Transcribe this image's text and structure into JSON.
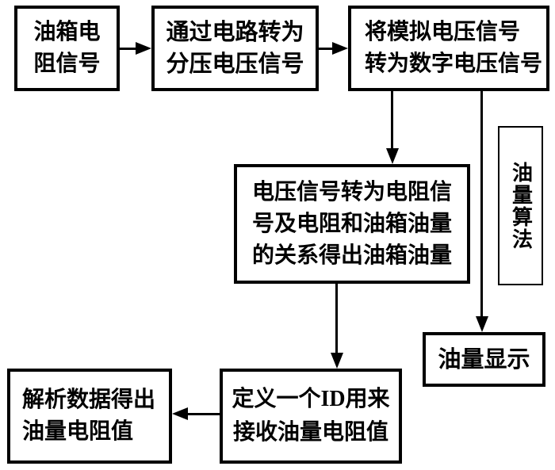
{
  "diagram": {
    "title": "fuel-quantity-measurement-flowchart",
    "colors": {
      "background": "#ffffff",
      "line": "#000000",
      "text": "#000000"
    },
    "nodes": {
      "tank_resistance_signal": {
        "lines": [
          "油箱电",
          "阻信号"
        ]
      },
      "circuit_divider_voltage": {
        "lines": [
          "通过电路转为",
          "分压电压信号"
        ]
      },
      "analog_to_digital": {
        "lines": [
          "将模拟电压信号",
          "转为数字电压信号"
        ]
      },
      "voltage_to_fuel_quantity": {
        "lines": [
          "电压信号转为电阻信",
          "号及电阻和油箱油量",
          "的关系得出油箱油量"
        ]
      },
      "fuel_algorithm": {
        "label": "油量算法"
      },
      "fuel_display": {
        "label": "油量显示"
      },
      "define_id_receive": {
        "lines": [
          "定义一个ID用来",
          "接收油量电阻值"
        ]
      },
      "parse_data_resistance": {
        "lines": [
          "解析数据得出",
          "油量电阻值"
        ]
      }
    },
    "edges": [
      {
        "from": "tank_resistance_signal",
        "to": "circuit_divider_voltage"
      },
      {
        "from": "circuit_divider_voltage",
        "to": "analog_to_digital"
      },
      {
        "from": "analog_to_digital",
        "to": "voltage_to_fuel_quantity"
      },
      {
        "from": "analog_to_digital",
        "to": "fuel_display"
      },
      {
        "from": "voltage_to_fuel_quantity",
        "to": "define_id_receive"
      },
      {
        "from": "define_id_receive",
        "to": "parse_data_resistance"
      }
    ]
  }
}
